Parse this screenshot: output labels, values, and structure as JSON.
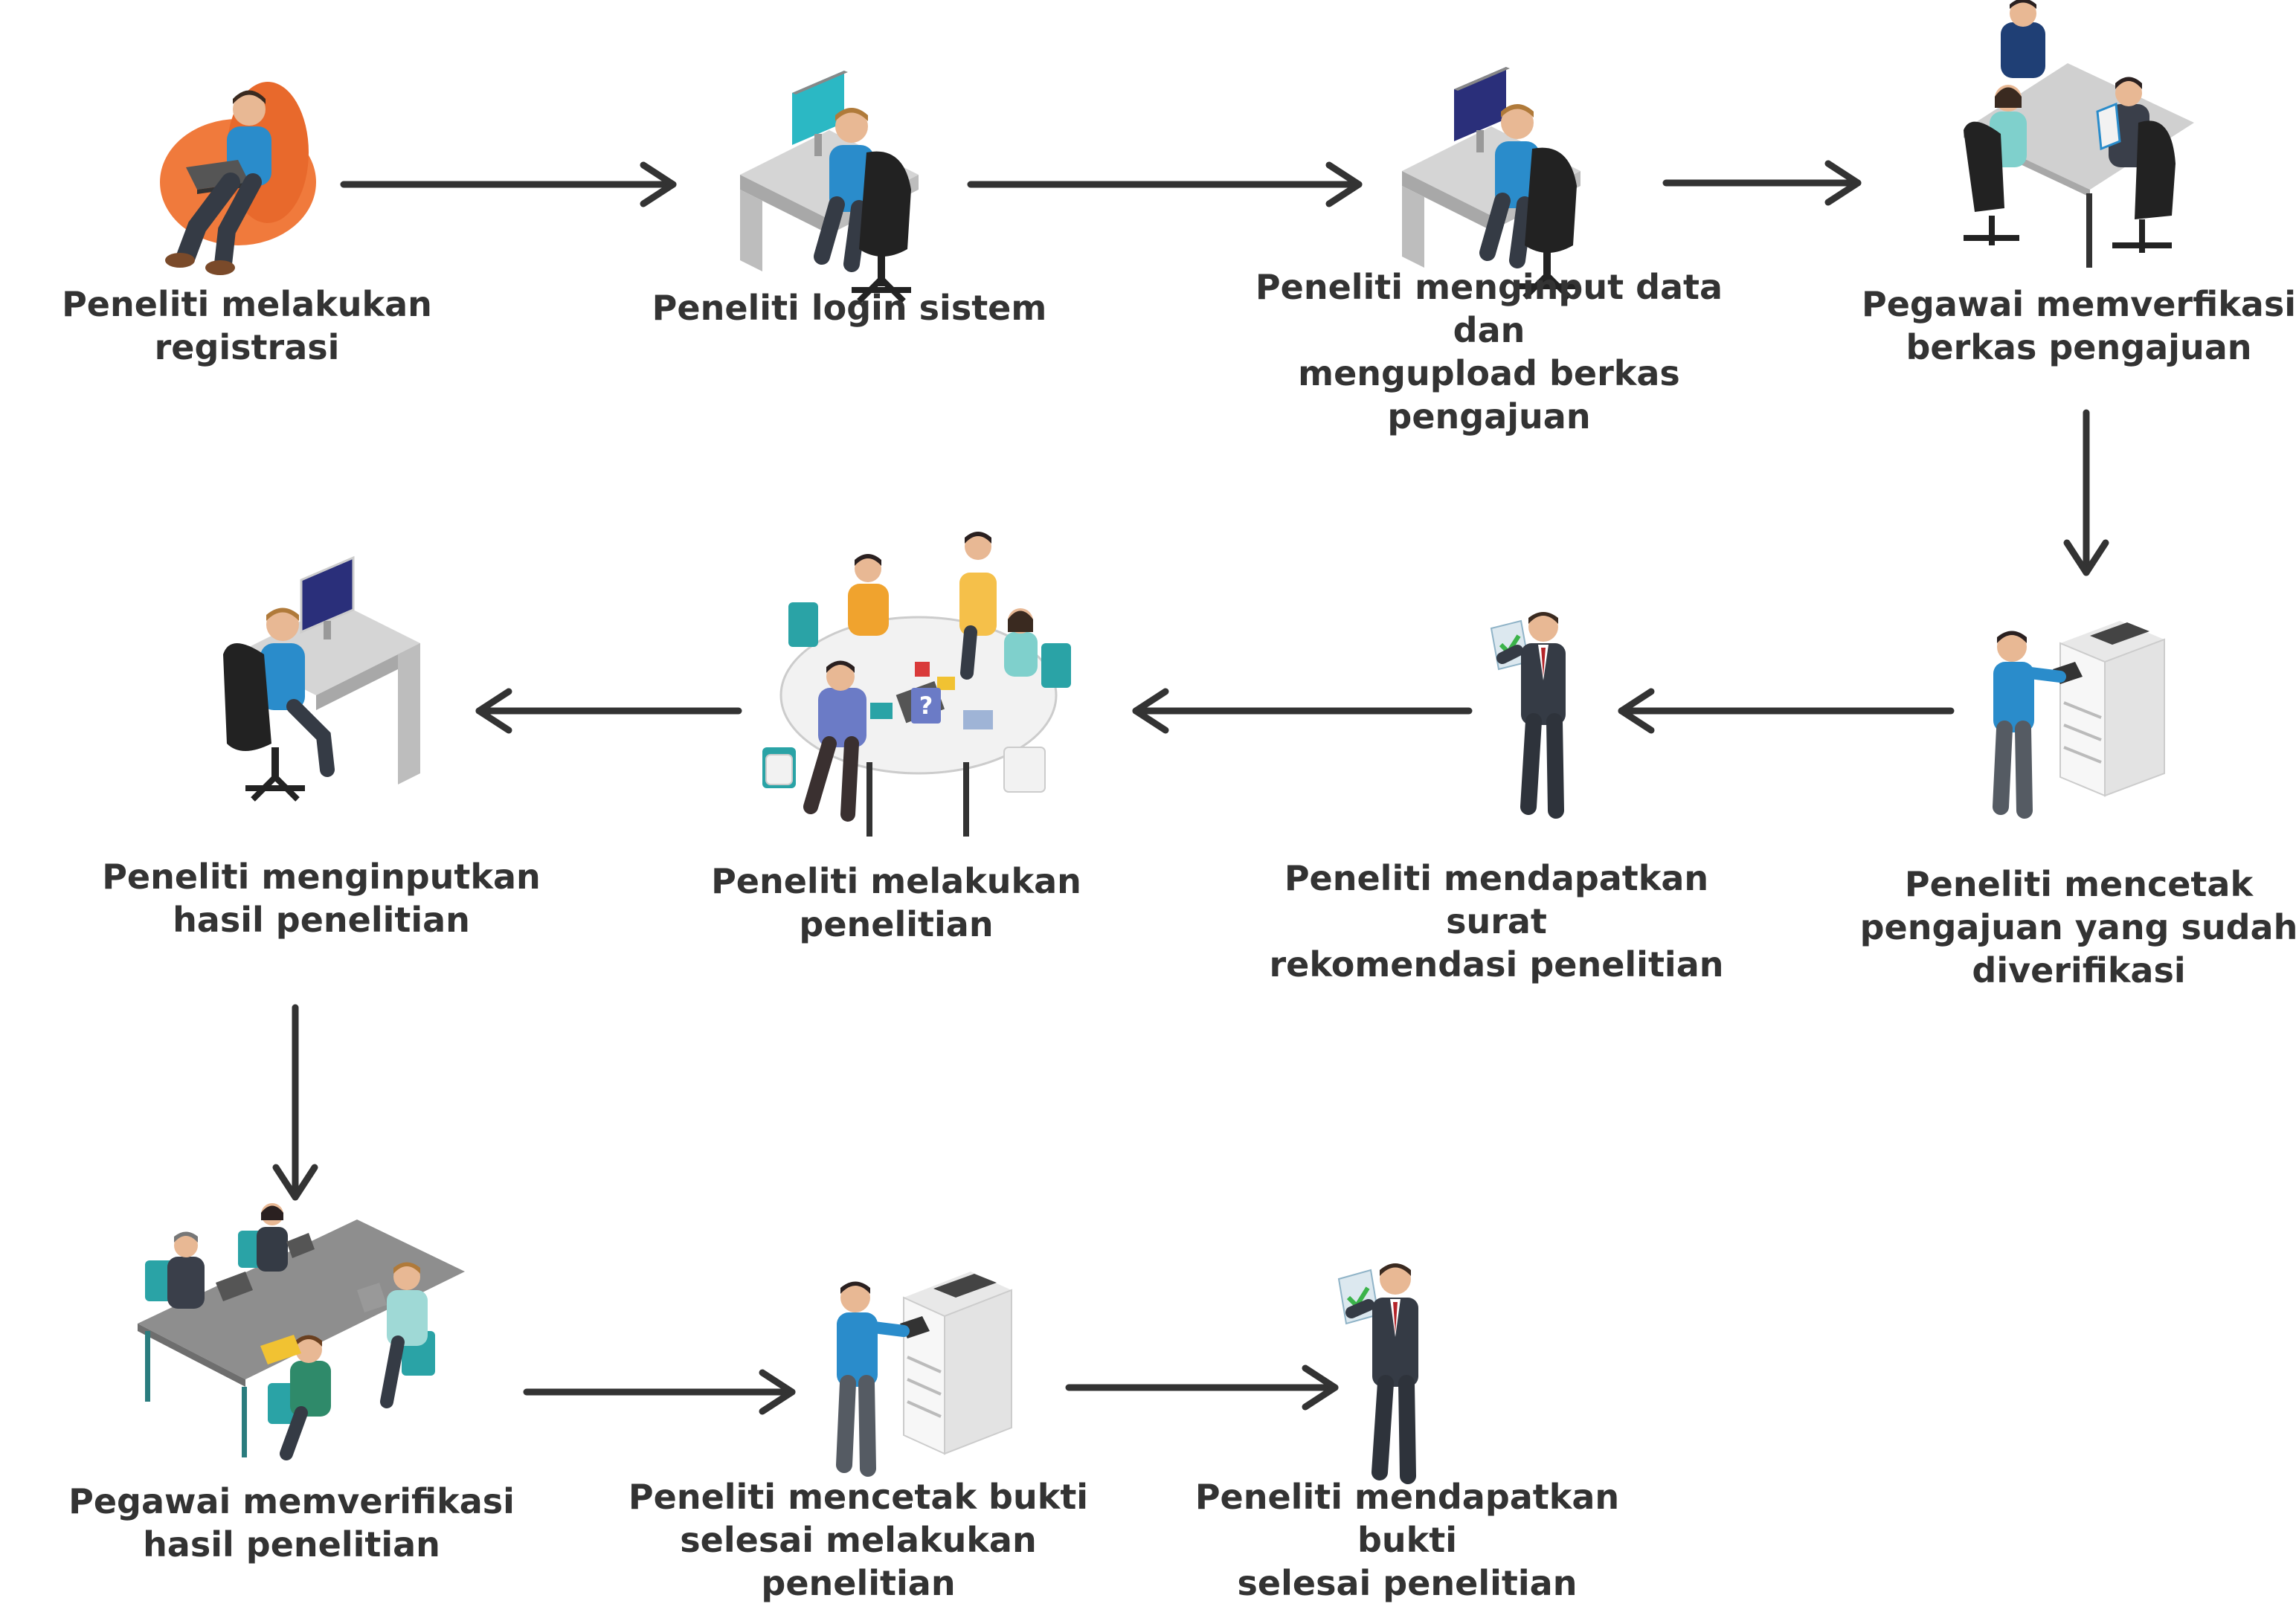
{
  "colors": {
    "arrow": "#333333",
    "text": "#333333",
    "shirt_blue": "#2a8ccb",
    "suit_dark": "#353b45",
    "desk_grey": "#bdbdbd",
    "chair_black": "#222222",
    "monitor_teal": "#2bb8c4",
    "monitor_navy": "#2a2f7a",
    "beanbag_orange": "#f07a3c",
    "teal_chair": "#2aa3a6",
    "skin": "#e8b894",
    "hair": "#3a2a20"
  },
  "steps": [
    {
      "id": "s1",
      "label": "Peneliti melakukan\nregistrasi",
      "icon": "researcher-beanbag-laptop-icon"
    },
    {
      "id": "s2",
      "label": "Peneliti login sistem",
      "icon": "researcher-desk-computer-icon"
    },
    {
      "id": "s3",
      "label": "Peneliti menginput data dan\nmengupload berkas pengajuan",
      "icon": "researcher-desk-computer-icon"
    },
    {
      "id": "s4",
      "label": "Pegawai memverfikasi\nberkas pengajuan",
      "icon": "staff-meeting-table-icon"
    },
    {
      "id": "s5",
      "label": "Peneliti mencetak\npengajuan yang sudah\ndiverifikasi",
      "icon": "person-printer-icon"
    },
    {
      "id": "s6",
      "label": "Peneliti mendapatkan surat\nrekomendasi penelitian",
      "icon": "businessman-document-icon"
    },
    {
      "id": "s7",
      "label": "Peneliti melakukan\npenelitian",
      "icon": "team-round-table-icon"
    },
    {
      "id": "s8",
      "label": "Peneliti menginputkan\nhasil penelitian",
      "icon": "researcher-desk-computer-icon"
    },
    {
      "id": "s9",
      "label": "Pegawai memverifikasi\nhasil penelitian",
      "icon": "staff-long-table-icon"
    },
    {
      "id": "s10",
      "label": "Peneliti mencetak bukti\nselesai melakukan\npenelitian",
      "icon": "person-printer-icon"
    },
    {
      "id": "s11",
      "label": "Peneliti mendapatkan bukti\nselesai penelitian",
      "icon": "businessman-document-icon"
    }
  ]
}
